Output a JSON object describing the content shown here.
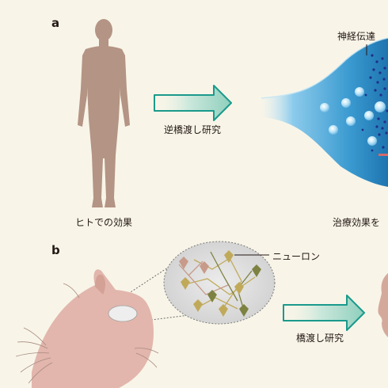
{
  "panel_a": {
    "label": "a",
    "human_caption": "ヒトでの効果",
    "arrow_label": "逆橋渡し研究",
    "synapse_label": "神経伝達",
    "synapse_caption": "治療効果を"
  },
  "panel_b": {
    "label": "b",
    "neuron_label": "ニューロン",
    "arrow_label": "橋渡し研究"
  },
  "colors": {
    "background": "#f8f5e8",
    "human": "#b49484",
    "arrow_stroke": "#1a9a8c",
    "synapse": "#3a9ad0",
    "vesicle": "#9fd8f3",
    "neurotransmitter": "#1f2f8a",
    "mouse": "#e2b6ac",
    "brain_inset": "#dedede",
    "neuron_yellow": "#c0aa5a",
    "neuron_olive": "#7d8242",
    "neuron_pink": "#c79a8a"
  }
}
